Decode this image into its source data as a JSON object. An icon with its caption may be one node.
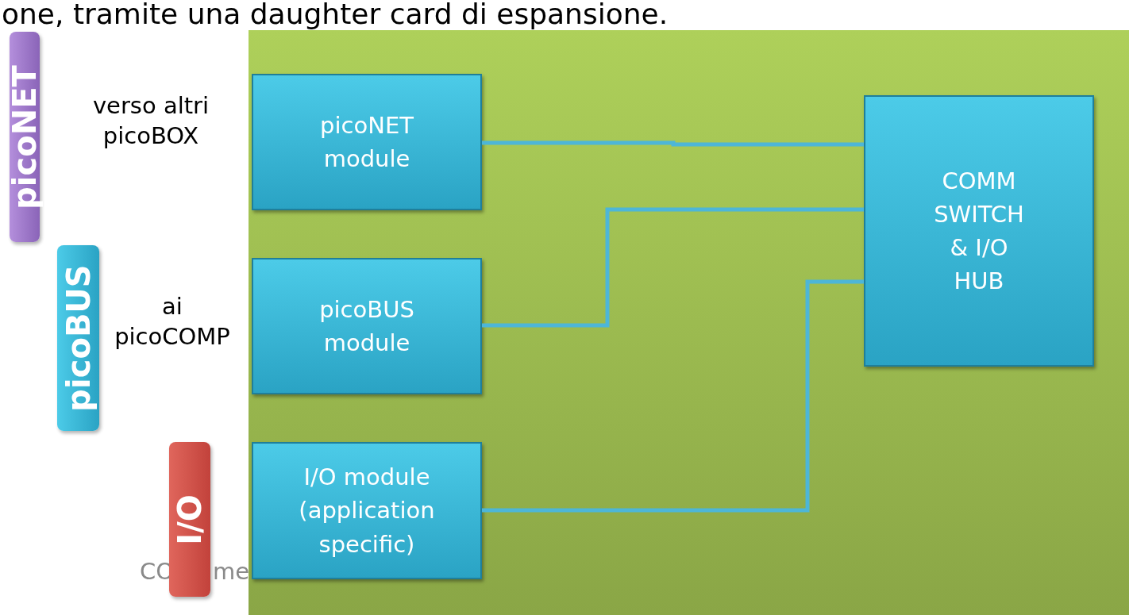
{
  "diagram": {
    "nodes": [
      {
        "text": [
          "picoNET"
        ]
      },
      {
        "text": [
          "picoBUS"
        ]
      },
      {
        "text": [
          "I/O"
        ]
      },
      {
        "text": [],
        "shape": "box"
      },
      {
        "text": [
          "picoNET module"
        ],
        "in": 3
      },
      {
        "text": [
          "picoBUS module"
        ],
        "in": 3
      },
      {
        "text": [
          "I/O module (application specific)"
        ],
        "in": 3
      },
      {
        "text": [
          "COMM SWITCH & I/O HUB"
        ],
        "in": 3
      }
    ],
    "edges": [
      {
        "from": 4,
        "to": 7,
        "arrow": "none"
      },
      {
        "from": 5,
        "to": 7,
        "arrow": "none"
      },
      {
        "from": 6,
        "to": 7,
        "arrow": "none"
      }
    ],
    "labels": [
      "one, tramite una daughter card di espansione.",
      "verso altri picoBOX",
      "ai picoCOMP",
      "CO",
      "me"
    ]
  }
}
